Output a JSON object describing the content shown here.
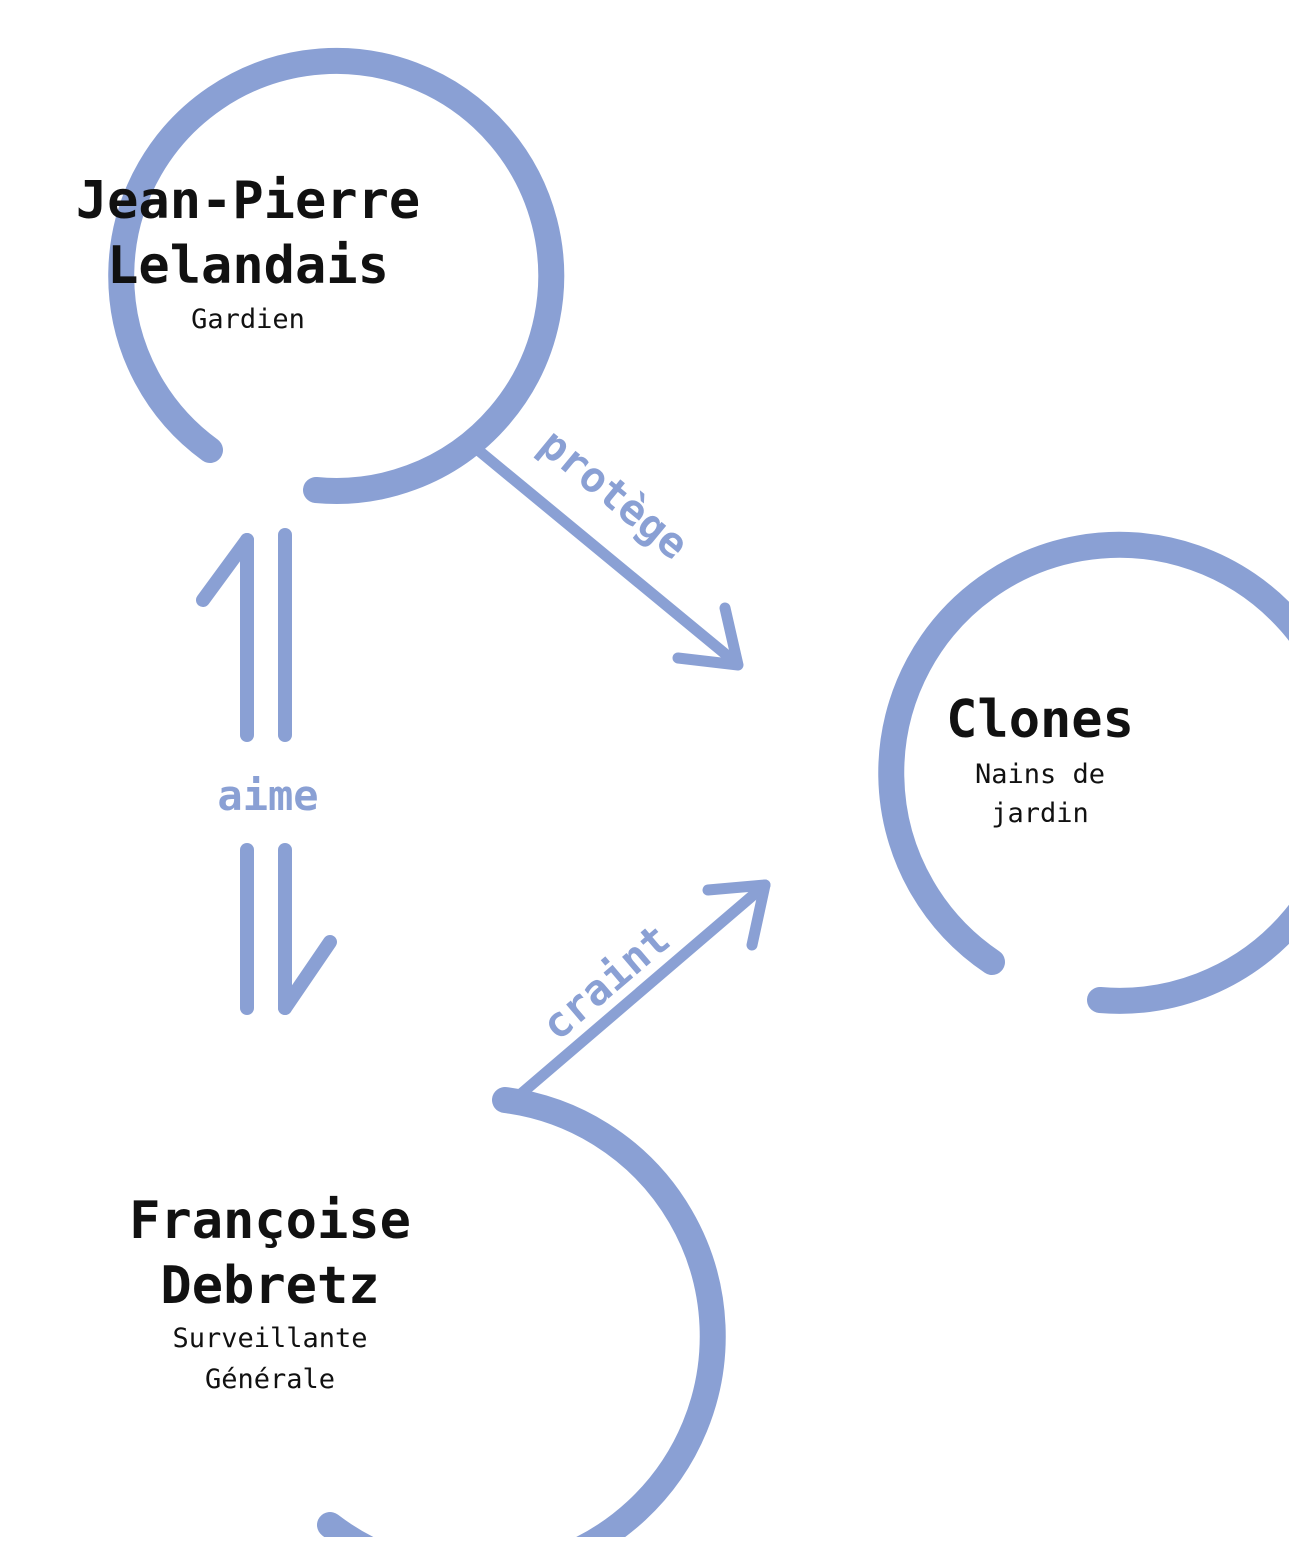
{
  "colors": {
    "accent": "#8aa0d4",
    "text": "#111111",
    "background": "#ffffff"
  },
  "nodes": {
    "jp": {
      "name_line1": "Jean-Pierre",
      "name_line2": "Lelandais",
      "role_line1": "Gardien"
    },
    "francoise": {
      "name_line1": "Françoise",
      "name_line2": "Debretz",
      "role_line1": "Surveillante",
      "role_line2": "Générale"
    },
    "clones": {
      "name_line1": "Clones",
      "role_line1": "Nains de",
      "role_line2": "jardin"
    }
  },
  "edges": {
    "protege": {
      "label": "protège"
    },
    "craint": {
      "label": "craint"
    },
    "aime": {
      "label": "aime"
    }
  }
}
